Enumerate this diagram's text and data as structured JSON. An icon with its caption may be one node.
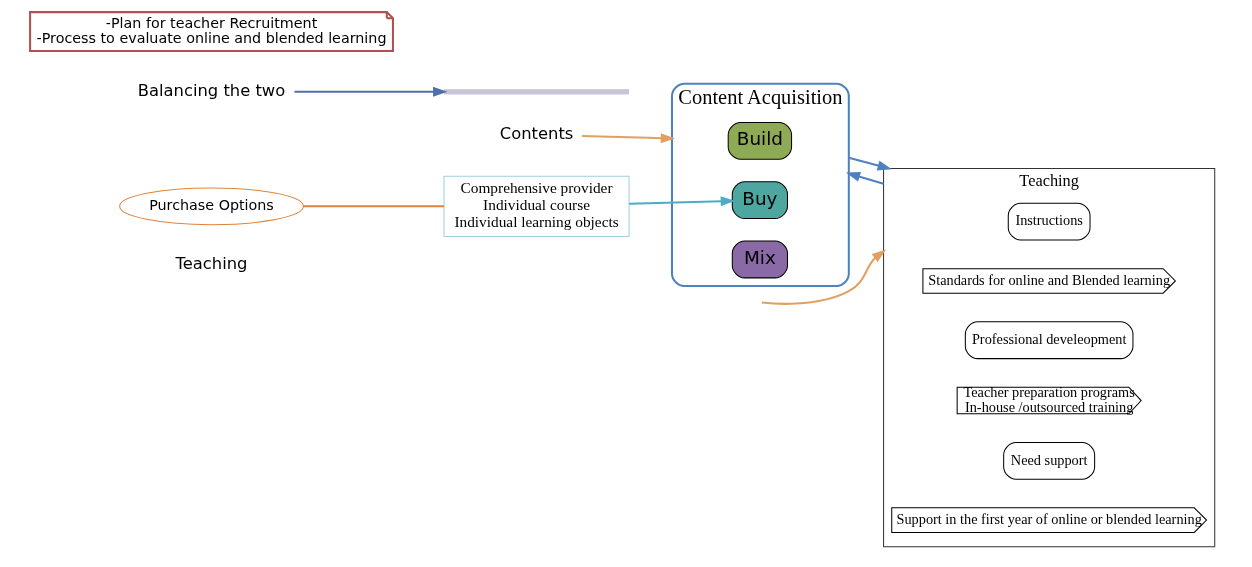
{
  "diagram": {
    "nodes": [
      {
        "text": [
          "Teaching"
        ]
      },
      {
        "text": [
          "Contents"
        ]
      },
      {
        "text": [
          "Balancing the two"
        ]
      },
      {
        "text": [],
        "shape": "bar"
      },
      {
        "text": [
          "Content Acquisition"
        ]
      },
      {
        "text": [
          "Build"
        ],
        "in": 4
      },
      {
        "text": [
          "Buy"
        ],
        "in": 4
      },
      {
        "text": [
          "Mix"
        ],
        "in": 4
      },
      {
        "text": [
          "Purchase Options"
        ]
      },
      {
        "text": [
          "Comprehensive provider",
          "Individual course",
          "Individual learning objects"
        ]
      },
      {
        "text": [
          "Teaching"
        ]
      },
      {
        "text": [
          "Instructions"
        ],
        "in": 10
      },
      {
        "text": [
          "Standards for online and Blended learning"
        ],
        "in": 10
      },
      {
        "text": [
          "Professional develeopment"
        ],
        "in": 10
      },
      {
        "text": [
          "Teacher preparation programs",
          "In-house /outsourced training"
        ],
        "in": 10
      },
      {
        "text": [
          "Need support"
        ],
        "in": 10
      },
      {
        "text": [
          "Support in the first year of online or blended learning"
        ],
        "in": 10
      },
      {
        "text": [
          "-Plan for teacher Recruitment",
          "-Process to evaluate online and blended learning"
        ]
      }
    ],
    "edges": [
      {
        "from": 2,
        "to": 3,
        "arrow": "to",
        "color": "#4f6fa8"
      },
      {
        "from": 1,
        "to": 4,
        "arrow": "to",
        "color": "#e0a060"
      },
      {
        "from": null,
        "to": 10,
        "arrow": "to",
        "color": "#e0a060"
      },
      {
        "from": 9,
        "to": 6,
        "arrow": "to",
        "color": "#4bacc6"
      },
      {
        "from": 8,
        "to": 9,
        "arrow": "none",
        "color": "#e0823c"
      },
      {
        "from": 4,
        "to": 10,
        "arrow": "to",
        "color": "#4f81bd"
      },
      {
        "from": 10,
        "to": 4,
        "arrow": "to",
        "color": "#4f81bd"
      }
    ]
  }
}
